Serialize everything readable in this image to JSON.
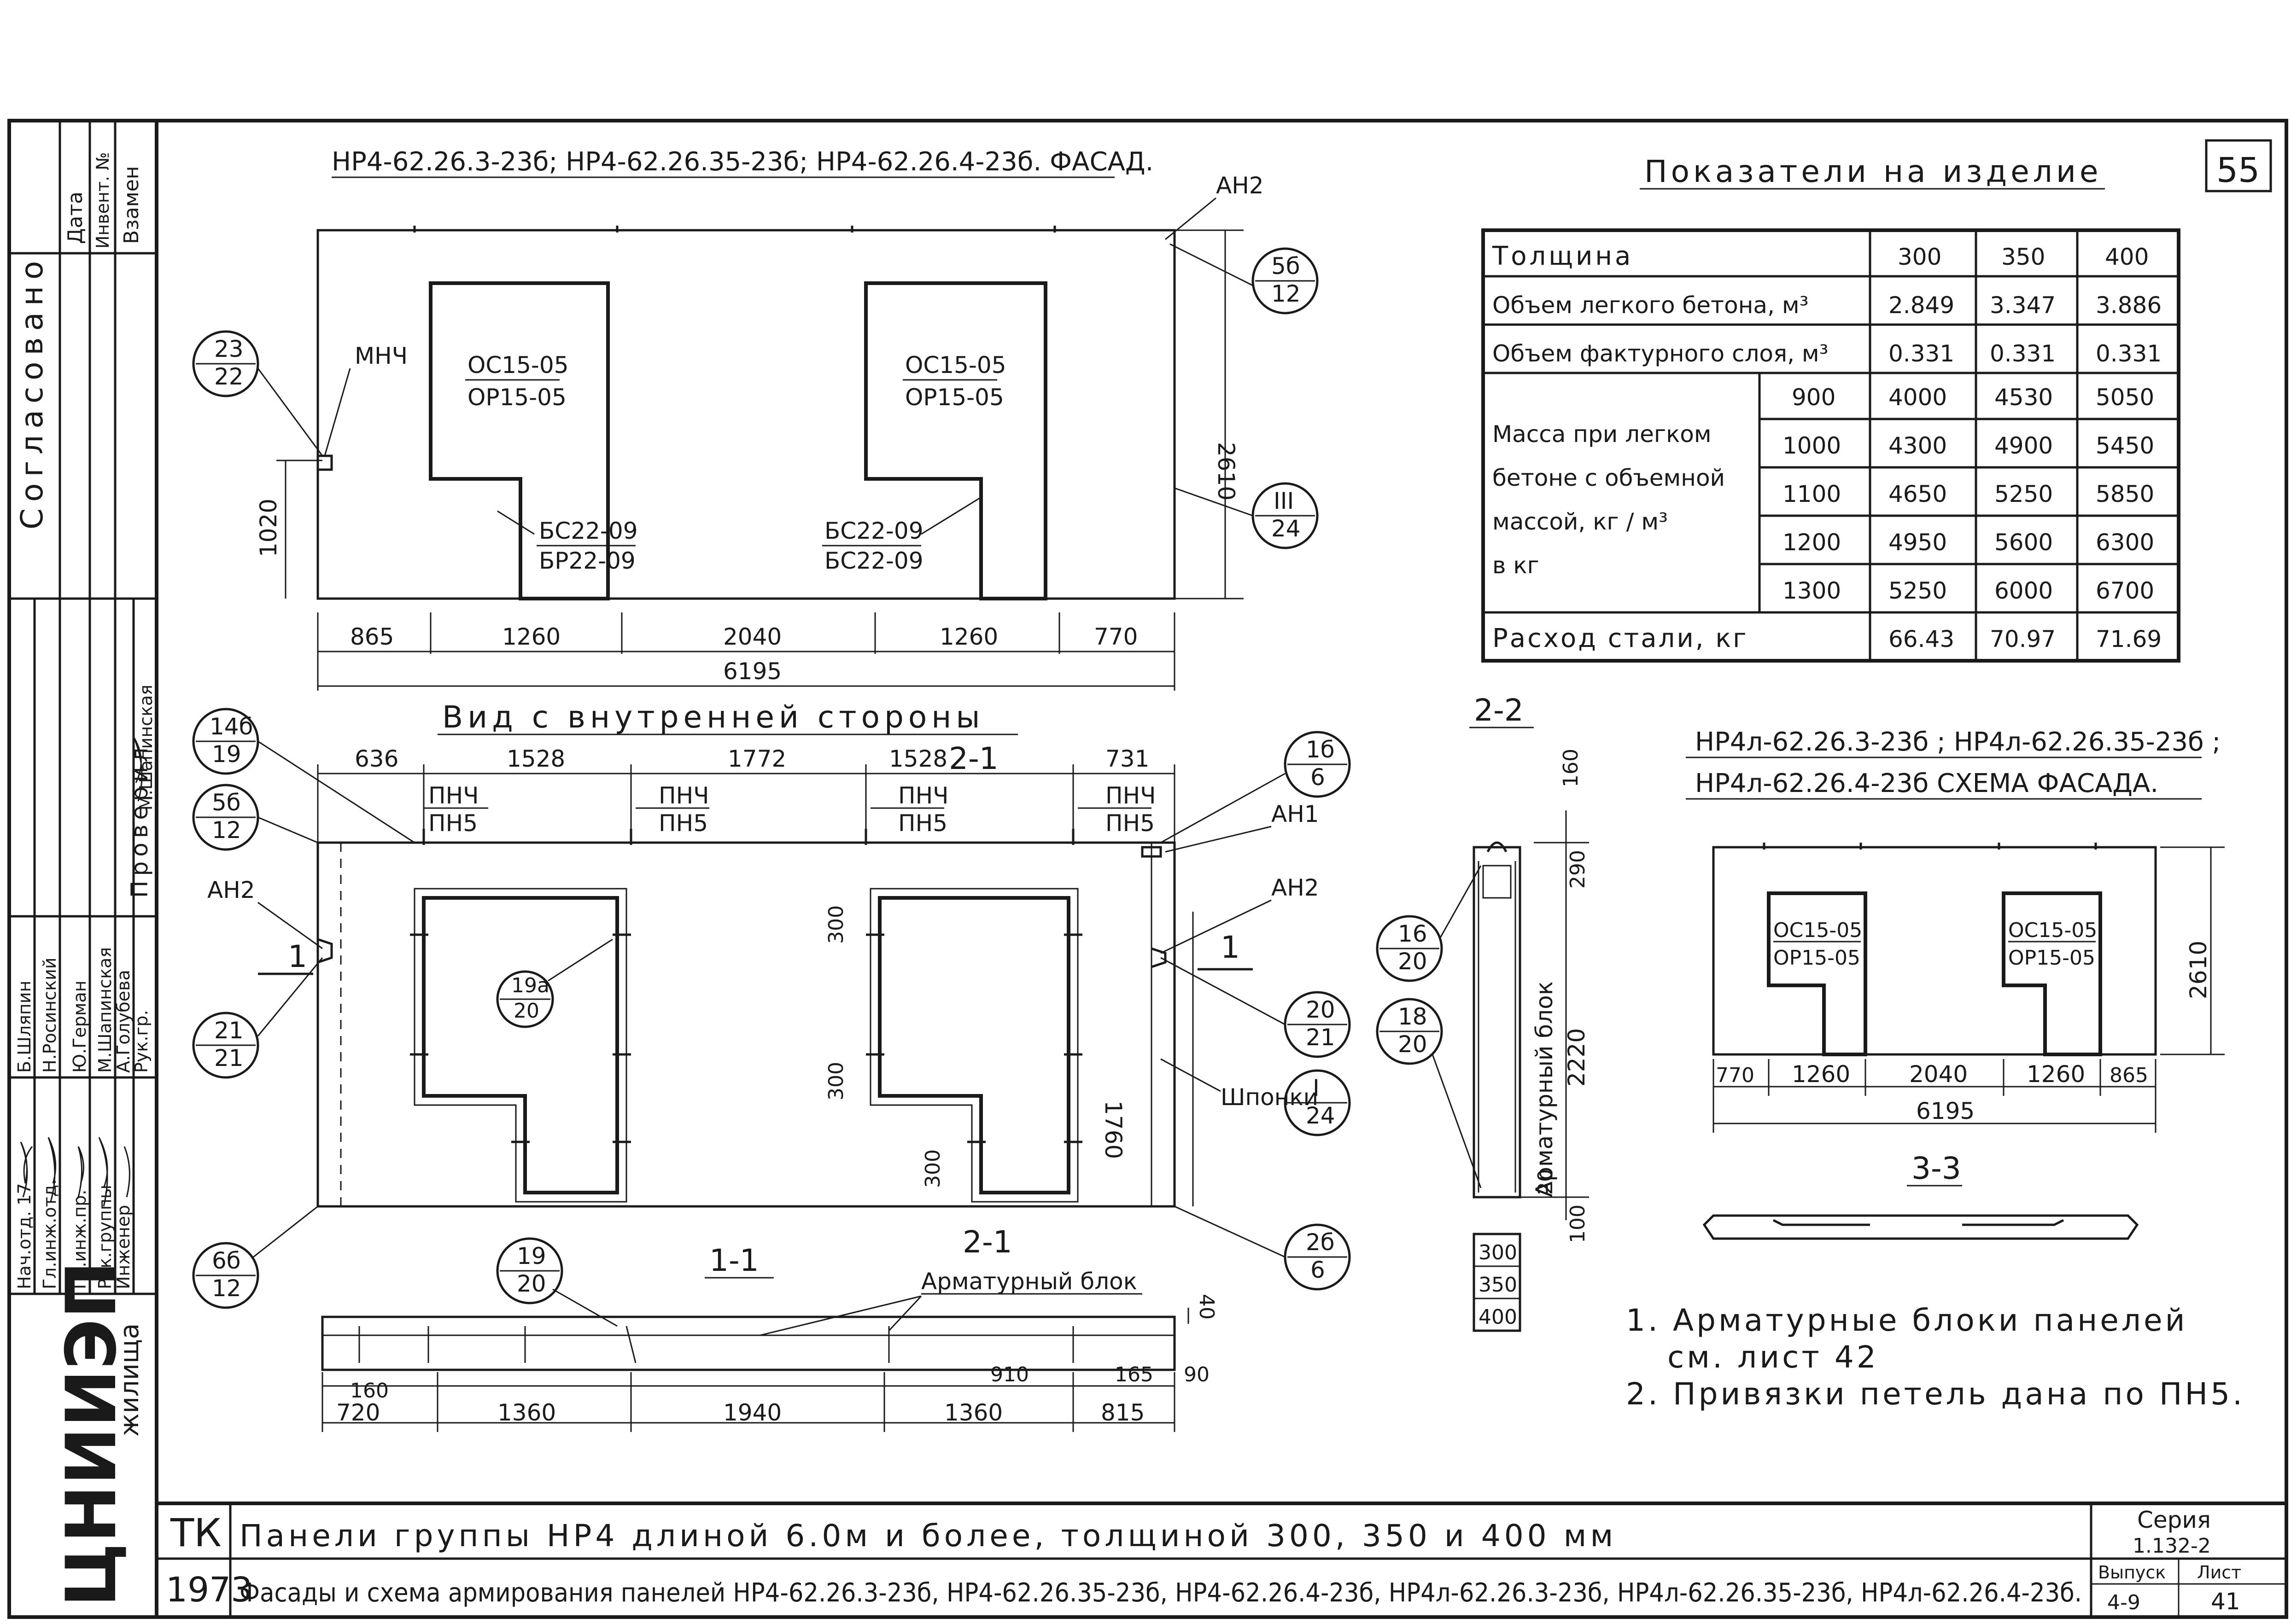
{
  "sheet_number": "55",
  "facade": {
    "title": "НР4-62.26.3-23б; НР4-62.26.35-23б; НР4-62.26.4-23б. ФАСАД.",
    "height": "2610",
    "window_height": "1020",
    "window_labels": [
      "ОС15-05",
      "ОР15-05"
    ],
    "door_labels_left": [
      "БС22-09",
      "БР22-09"
    ],
    "door_labels_right": [
      "БС22-09",
      "БС22-09"
    ],
    "mark_mnch": "МНЧ",
    "mark_an2": "АН2",
    "dims": [
      "865",
      "1260",
      "2040",
      "1260",
      "770"
    ],
    "total": "6195",
    "callouts": [
      [
        "23",
        "22"
      ],
      [
        "5б",
        "12"
      ],
      [
        "III",
        "24"
      ]
    ]
  },
  "inner": {
    "title": "Вид с внутренней стороны",
    "top_dims": [
      "636",
      "1528",
      "1772",
      "1528",
      "731"
    ],
    "cut_label": "2-1",
    "pnch": "ПНЧ",
    "pn5": "ПН5",
    "an1": "АН1",
    "an2_left": "АН2",
    "an2_right": "АН2",
    "section_mark": "1",
    "dims_300": "300",
    "height": "1760",
    "shponki": "Шпонки",
    "callouts": [
      [
        "14б",
        "19"
      ],
      [
        "5б",
        "12"
      ],
      [
        "1б",
        "6"
      ],
      [
        "19а",
        "20"
      ],
      [
        "21",
        "21"
      ],
      [
        "20",
        "21"
      ],
      [
        "I",
        "24"
      ],
      [
        "6б",
        "12"
      ],
      [
        "2б",
        "6"
      ]
    ]
  },
  "section11": {
    "title": "1-1",
    "armature": "Арматурный блок",
    "cut_label": "2-1",
    "callout": [
      "19",
      "20"
    ],
    "dims_bottom": [
      "720",
      "1360",
      "1940",
      "1360",
      "815"
    ],
    "dims_mid": [
      "160",
      "910",
      "165",
      "90"
    ],
    "dim_40": "40"
  },
  "section22": {
    "title": "2-2",
    "label": "Арматурный блок",
    "dims": [
      "160",
      "290",
      "2220",
      "20",
      "100"
    ],
    "thicknesses": [
      "300",
      "350",
      "400"
    ],
    "callouts": [
      [
        "16",
        "20"
      ],
      [
        "18",
        "20"
      ]
    ]
  },
  "indicators": {
    "title": "Показатели на изделие",
    "headers": [
      "Толщина",
      "300",
      "350",
      "400"
    ],
    "rows": [
      [
        "Объем легкого бетона, м³",
        "2.849",
        "3.347",
        "3.886"
      ],
      [
        "Объем фактурного слоя, м³",
        "0.331",
        "0.331",
        "0.331"
      ]
    ],
    "mass_label": [
      "Масса при легком",
      "бетоне с объемной",
      "массой, кг / м³",
      "в кг"
    ],
    "mass_rows": [
      [
        "900",
        "4000",
        "4530",
        "5050"
      ],
      [
        "1000",
        "4300",
        "4900",
        "5450"
      ],
      [
        "1100",
        "4650",
        "5250",
        "5850"
      ],
      [
        "1200",
        "4950",
        "5600",
        "6300"
      ],
      [
        "1300",
        "5250",
        "6000",
        "6700"
      ]
    ],
    "steel": [
      "Расход стали, кг",
      "66.43",
      "70.97",
      "71.69"
    ]
  },
  "scheme": {
    "title_line1": "НР4л-62.26.3-23б ; НР4л-62.26.35-23б ;",
    "title_line2": "НР4л-62.26.4-23б  СХЕМА ФАСАДА.",
    "window_labels": [
      "ОС15-05",
      "ОР15-05"
    ],
    "height": "2610",
    "dims": [
      "770",
      "1260",
      "2040",
      "1260",
      "865"
    ],
    "total": "6195",
    "section_title": "3-3"
  },
  "notes": [
    "1. Арматурные блоки панелей",
    "см. лист 42",
    "2. Привязки петель дана по ПН5."
  ],
  "sidebar": {
    "soglasovano": "Согласовано",
    "inv": "Инвент. №",
    "data": "Дата",
    "vzamen": "Взамен",
    "proveril": "Проверил",
    "checker": "М.Шапинская",
    "roles": [
      "Нач.отд. 17",
      "Гл.инж.отд.",
      "Гл.инж.пр.",
      "Рук.группы",
      "Инженер"
    ],
    "names": [
      "Б.Шляпин",
      "Н.Росинский",
      "Ю.Герман",
      "М.Шапинская",
      "А.Голубева"
    ],
    "ruk_gr": "Рук.гр.",
    "org": "ЦНИИЭП",
    "org_sub": "жилища"
  },
  "titleblock": {
    "tk": "ТК",
    "year": "1973",
    "title_main": "Панели группы НР4 длиной 6.0м и более, толщиной 300, 350 и 400 мм",
    "title_sub": "Фасады и схема армирования панелей НР4-62.26.3-23б, НР4-62.26.35-23б, НР4-62.26.4-23б, НР4л-62.26.3-23б, НР4л-62.26.35-23б, НР4л-62.26.4-23б.",
    "seria_label": "Серия",
    "seria": "1.132-2",
    "vypusk_label": "Выпуск",
    "vypusk": "4-9",
    "list_label": "Лист",
    "list": "41"
  }
}
